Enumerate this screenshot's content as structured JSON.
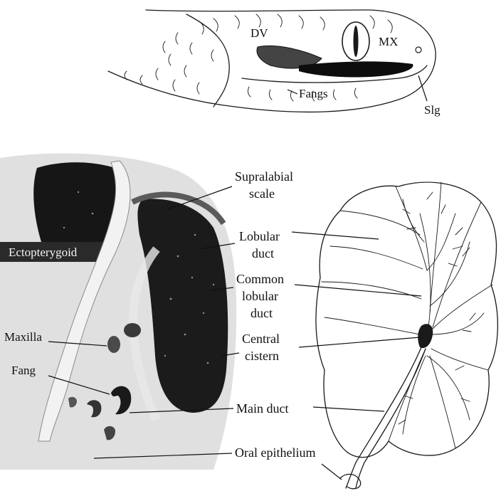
{
  "head_labels": {
    "dv": "DV",
    "mx": "MX",
    "fangs": "Fangs",
    "slg": "Slg"
  },
  "section_labels": {
    "ectopterygoid": "Ectopterygoid",
    "maxilla": "Maxilla",
    "fang": "Fang"
  },
  "center_labels": {
    "supralabial_1": "Supralabial",
    "supralabial_2": "scale",
    "lobular_1": "Lobular",
    "lobular_2": "duct",
    "common_1": "Common",
    "common_2": "lobular",
    "common_3": "duct",
    "central_1": "Central",
    "central_2": "cistern",
    "main_duct": "Main duct",
    "oral_epithelium": "Oral epithelium"
  }
}
